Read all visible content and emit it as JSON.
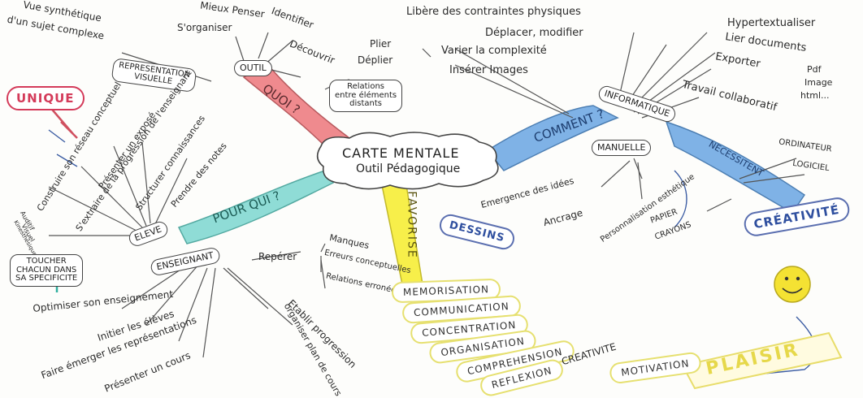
{
  "central": {
    "line1": "CARTE MENTALE",
    "line2": "Outil Pédagogique"
  },
  "quoi": {
    "label": "QUOI ?",
    "outil": "OUTIL",
    "outil_children": [
      "Mieux Penser",
      "S'organiser",
      "Identifier",
      "Découvrir"
    ],
    "relations": [
      "Relations",
      "entre éléments",
      "distants"
    ],
    "representation": [
      "REPRESENTATION",
      "VISUELLE"
    ],
    "vue": [
      "Vue synthétique",
      "d'un sujet complexe"
    ],
    "unique": "UNIQUE"
  },
  "comment": {
    "label": "COMMENT ?",
    "informatique": "INFORMATIQUE",
    "info_left": [
      "Libère des contraintes physiques",
      "Déplacer, modifier",
      "Varier la complexité",
      "Insérer Images"
    ],
    "plier": [
      "Plier",
      "Déplier"
    ],
    "info_right": [
      "Hypertextualiser",
      "Lier documents",
      "Exporter",
      "Travail collaboratif"
    ],
    "export": [
      "Pdf",
      "Image",
      "html..."
    ],
    "manuelle": "MANUELLE",
    "manuelle_children": [
      "Emergence des idées",
      "Ancrage",
      "Personnalisation esthétique"
    ],
    "dessins": "DESSINS",
    "materiel": [
      "PAPIER",
      "CRAYONS"
    ],
    "necessitent": "NECESSITENT",
    "nec_children": [
      "ORDINATEUR",
      "LOGICIEL"
    ],
    "creativite": "CRÉATIVITÉ"
  },
  "pour_qui": {
    "label": "POUR QUI ?",
    "eleve": "ELEVE",
    "eleve_children": [
      "Construire son réseau conceptuel",
      "S'extraire de la progression de l'enseignant",
      "Présenter un exposé",
      "Structurer connaissances",
      "Prendre des notes"
    ],
    "senses": [
      "Auditif",
      "Visuel",
      "Kinesthésique"
    ],
    "toucher": [
      "TOUCHER",
      "CHACUN DANS",
      "SA SPECIFICITE"
    ],
    "enseignant": "ENSEIGNANT",
    "ens_children": [
      "Optimiser son enseignement",
      "Initier les élèves",
      "Faire émerger les représentations",
      "Présenter un cours",
      "Etablir progression",
      "organiser plan de cours"
    ],
    "reperer": "Repérer",
    "reperer_children": [
      "Manques",
      "Erreurs conceptuelles",
      "Relations erronées"
    ]
  },
  "favorise": {
    "label": "FAVORISE",
    "items": [
      "MEMORISATION",
      "COMMUNICATION",
      "CONCENTRATION",
      "ORGANISATION",
      "COMPREHENSION",
      "REFLEXION",
      "CREATIVITE",
      "MOTIVATION"
    ],
    "plaisir": "PLAISIR"
  },
  "colors": {
    "quoi": "#ef8a8e",
    "comment": "#7fb2e6",
    "pour_qui": "#8fdcd6",
    "favorise": "#f7ef4a",
    "cloud_text": "#d43b5a",
    "cloud_text_blue": "#2f4f9f",
    "smiley": "#f4e233"
  }
}
